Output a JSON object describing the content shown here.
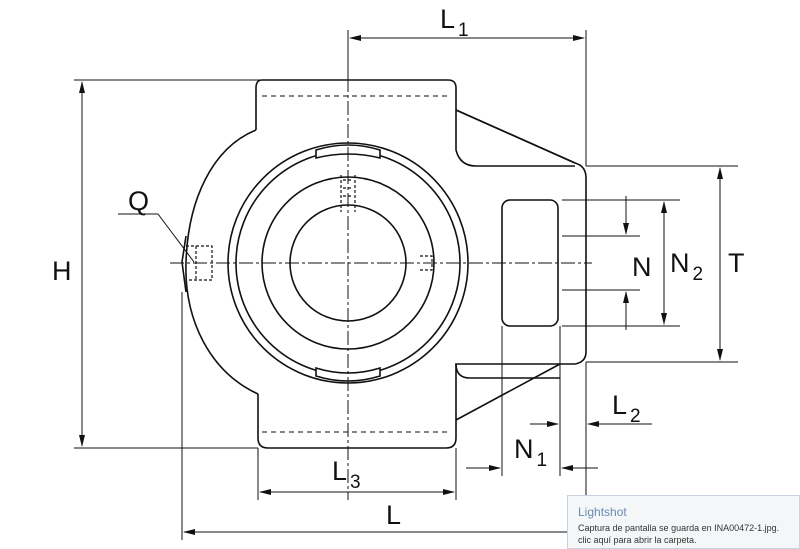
{
  "labels": {
    "L1": {
      "main": "L",
      "sub": "1"
    },
    "H": {
      "main": "H",
      "sub": ""
    },
    "Q": {
      "main": "Q",
      "sub": ""
    },
    "N": {
      "main": "N",
      "sub": ""
    },
    "N2": {
      "main": "N",
      "sub": "2"
    },
    "T": {
      "main": "T",
      "sub": ""
    },
    "L2": {
      "main": "L",
      "sub": "2"
    },
    "N1": {
      "main": "N",
      "sub": "1"
    },
    "L3": {
      "main": "L",
      "sub": "3"
    },
    "L": {
      "main": "L",
      "sub": ""
    }
  },
  "toast": {
    "title": "Lightshot",
    "line1": "Captura de pantalla se guarda en INA00472-1.jpg.",
    "line2": "clic aquí para abrir la carpeta."
  }
}
